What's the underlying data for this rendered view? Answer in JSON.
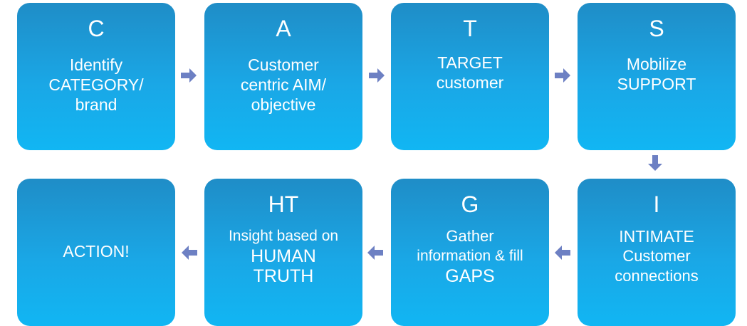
{
  "colors": {
    "box": "#1aa7e6",
    "arrow": "#6d80c3"
  },
  "steps": [
    {
      "letter": "C",
      "lines": [
        "Identify",
        "CATEGORY/",
        "brand"
      ]
    },
    {
      "letter": "A",
      "lines": [
        "Customer",
        "centric AIM/",
        "objective"
      ]
    },
    {
      "letter": "T",
      "lines": [
        "TARGET",
        "customer"
      ]
    },
    {
      "letter": "S",
      "lines": [
        "Mobilize",
        "SUPPORT"
      ]
    },
    {
      "letter": "I",
      "lines": [
        "INTIMATE",
        "Customer",
        "connections"
      ]
    },
    {
      "letter": "G",
      "lines": [
        "Gather",
        "information & fill",
        "GAPS"
      ]
    },
    {
      "letter": "HT",
      "lines": [
        "Insight based on",
        "HUMAN",
        "TRUTH"
      ]
    },
    {
      "letter": "",
      "lines": [
        "ACTION!"
      ]
    }
  ]
}
